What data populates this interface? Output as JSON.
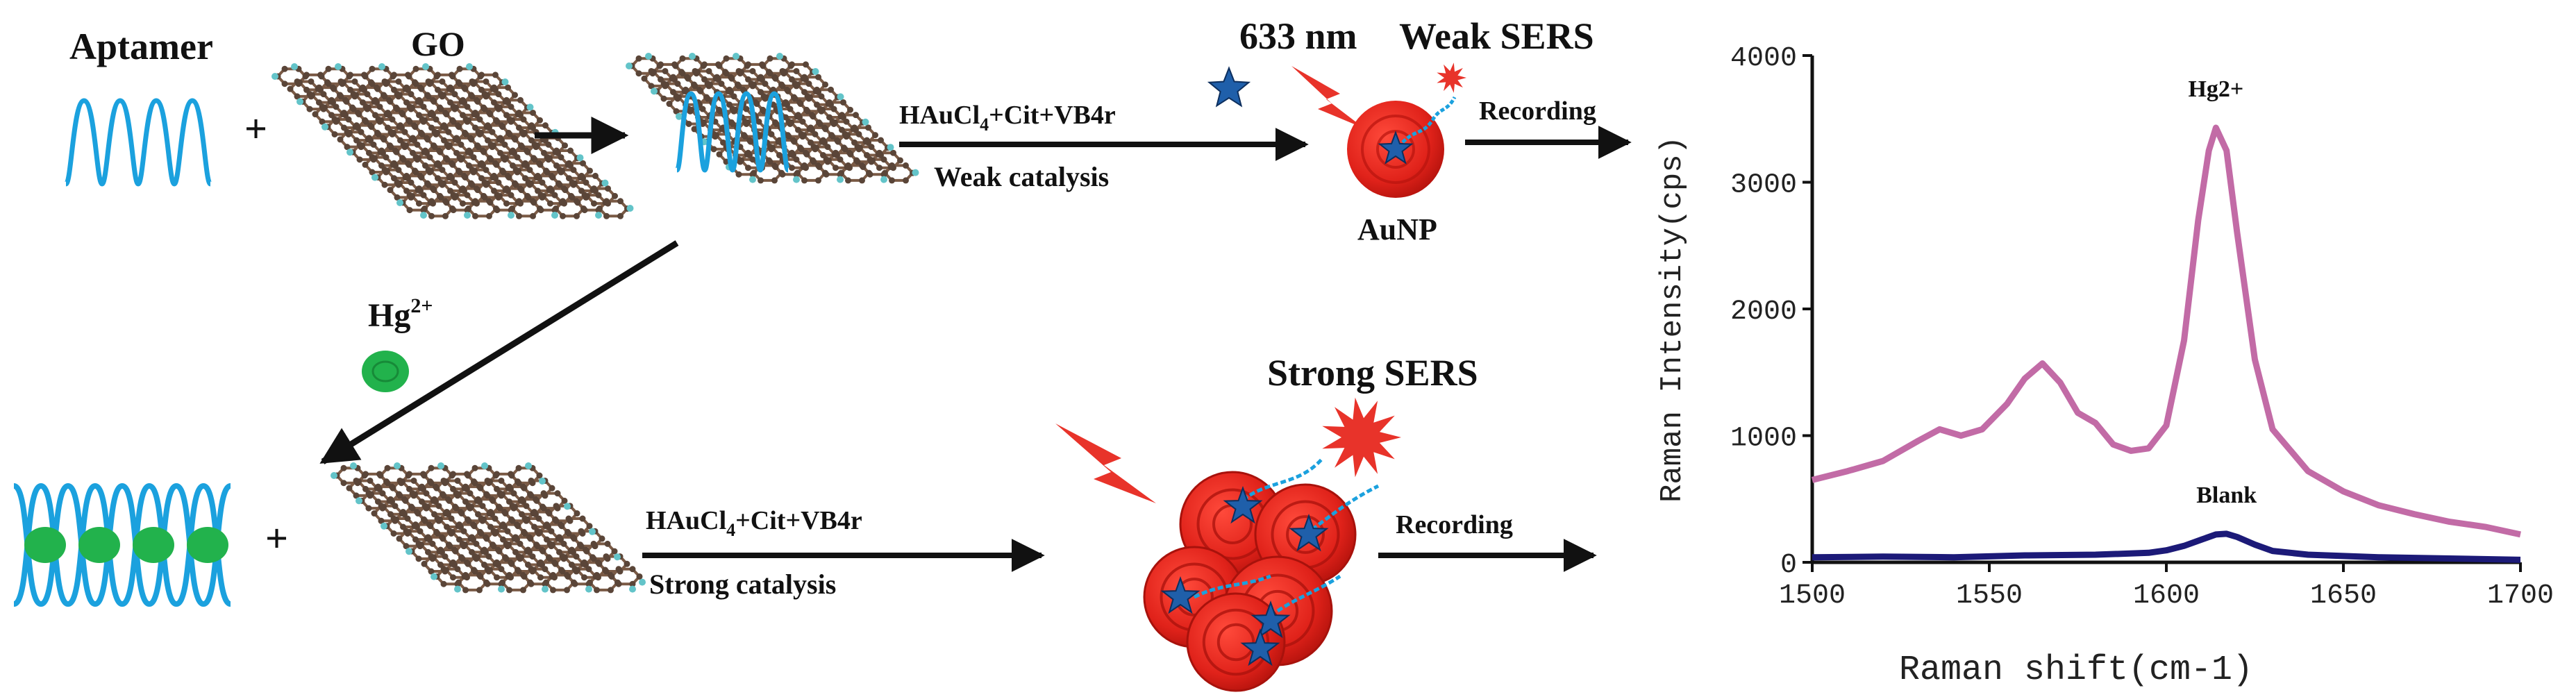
{
  "labels": {
    "aptamer": "Aptamer",
    "go_top": "GO",
    "plus": "+",
    "hg_ion": "Hg",
    "hg_ion_sup": "2+",
    "laser": "633 nm",
    "weak_sers": "Weak SERS",
    "strong_sers": "Strong SERS",
    "aunp": "AuNP",
    "reagent_prefix": "HAuCl",
    "reagent_sub": "4",
    "reagent_suffix": "+Cit+VB4r",
    "weak_catalysis": "Weak catalysis",
    "strong_catalysis": "Strong catalysis",
    "recording": "Recording"
  },
  "colors": {
    "aptamer": "#1BA1DE",
    "hg_ion": "#22B24C",
    "aunp": "#E0221A",
    "star": "#1F5FAA",
    "flash": "#E8332A",
    "graphene_bond": "#7a5a45",
    "graphene_atom": "#5a4538",
    "graphene_edge": "#63C4C9",
    "hg_spectrum": "#C26BA6",
    "blank_spectrum": "#1C1A78"
  },
  "chart_data": {
    "type": "line",
    "xlabel": "Raman shift(cm-1)",
    "ylabel": "Raman Intensity(cps)",
    "xlim": [
      1500,
      1700
    ],
    "ylim": [
      0,
      4000
    ],
    "xticks": [
      "1500",
      "1550",
      "1600",
      "1650",
      "1700"
    ],
    "yticks": [
      "0",
      "1000",
      "2000",
      "3000",
      "4000"
    ],
    "grid": false,
    "series": [
      {
        "name": "Hg2+",
        "color": "#C26BA6",
        "x": [
          1500,
          1510,
          1520,
          1530,
          1536,
          1542,
          1548,
          1555,
          1560,
          1565,
          1570,
          1575,
          1580,
          1585,
          1590,
          1595,
          1600,
          1605,
          1609,
          1612,
          1614,
          1617,
          1620,
          1625,
          1630,
          1640,
          1650,
          1660,
          1670,
          1680,
          1690,
          1700
        ],
        "y": [
          650,
          720,
          800,
          960,
          1050,
          1000,
          1050,
          1250,
          1450,
          1570,
          1420,
          1180,
          1100,
          930,
          880,
          900,
          1080,
          1750,
          2700,
          3250,
          3430,
          3250,
          2600,
          1600,
          1050,
          720,
          560,
          450,
          380,
          320,
          280,
          220
        ]
      },
      {
        "name": "Blank",
        "color": "#1C1A78",
        "x": [
          1500,
          1520,
          1540,
          1560,
          1580,
          1595,
          1600,
          1605,
          1610,
          1614,
          1617,
          1620,
          1625,
          1630,
          1640,
          1660,
          1680,
          1700
        ],
        "y": [
          40,
          45,
          40,
          55,
          60,
          75,
          95,
          130,
          180,
          220,
          225,
          200,
          140,
          90,
          60,
          40,
          30,
          20
        ]
      }
    ]
  }
}
